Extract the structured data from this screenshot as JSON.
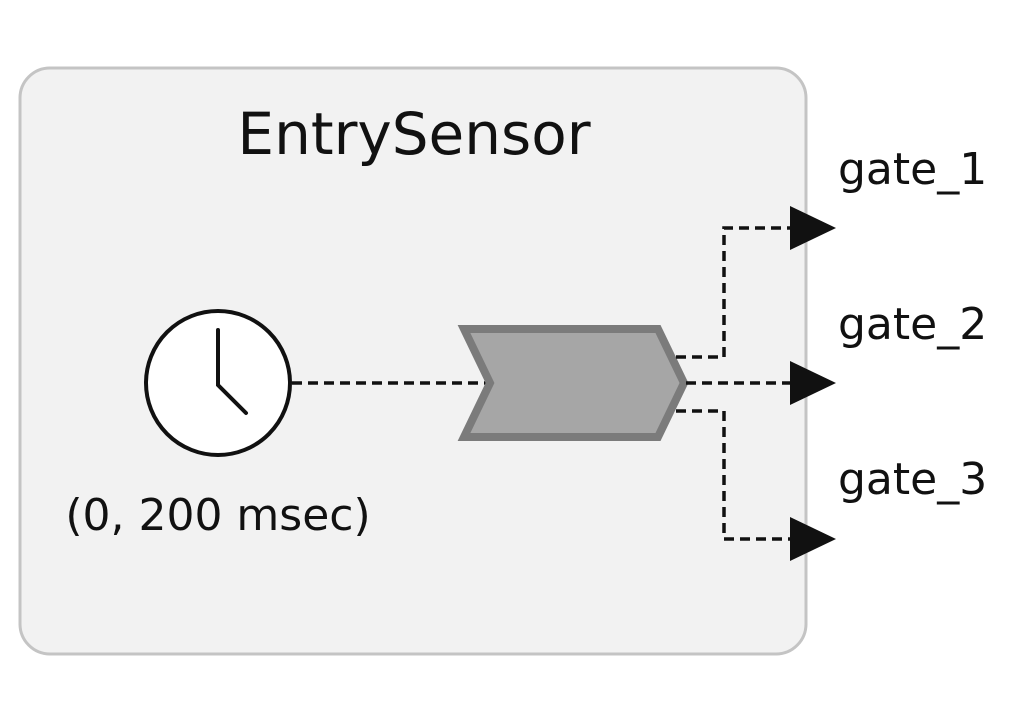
{
  "reactor": {
    "name": "EntrySensor"
  },
  "timer": {
    "icon": "clock-icon",
    "label": "(0, 200 msec)"
  },
  "reaction": {
    "icon": "chevron-reaction-icon"
  },
  "outputs": [
    {
      "name": "gate_1"
    },
    {
      "name": "gate_2"
    },
    {
      "name": "gate_3"
    }
  ],
  "colors": {
    "reactor_fill": "#f2f2f2",
    "reactor_border": "#c4c4c4",
    "reaction_fill": "#a6a6a6",
    "reaction_border": "#7b7b7b",
    "line": "#111111"
  }
}
